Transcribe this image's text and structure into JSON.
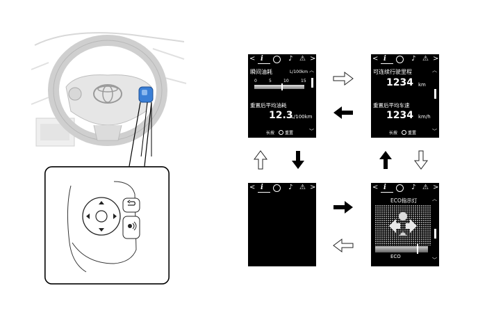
{
  "tabs": {
    "left_chevron": "<",
    "info": "i",
    "gauge_icon": "gauge-icon",
    "music": "♪",
    "warning": "⚠",
    "right_chevron": ">"
  },
  "screen_fuel": {
    "instant_label": "瞬间油耗",
    "instant_unit": "L/100km",
    "scale_ticks": [
      "0",
      "5",
      "10",
      "15"
    ],
    "avg_label": "重置后平均油耗",
    "avg_value": "12.3",
    "avg_unit": "L/100km",
    "hint": "长按",
    "hint_action": "重置",
    "scroll_up": "︿",
    "scroll_down": "﹀"
  },
  "screen_range": {
    "range_label": "可连续行驶里程",
    "range_value": "1234",
    "range_unit": "km",
    "speed_label": "重置后平均车速",
    "speed_value": "1234",
    "speed_unit": "km/h",
    "hint": "长按",
    "hint_action": "重置",
    "scroll_up": "︿",
    "scroll_down": "﹀"
  },
  "screen_eco": {
    "title": "ECO指示灯",
    "bar_label": "ECO",
    "scroll_up": "︿",
    "scroll_down": "﹀"
  },
  "colors": {
    "screen_bg": "#000000",
    "button_highlight": "#3a7fd6",
    "arrow_fill": "#000000",
    "outline": "#333333"
  }
}
